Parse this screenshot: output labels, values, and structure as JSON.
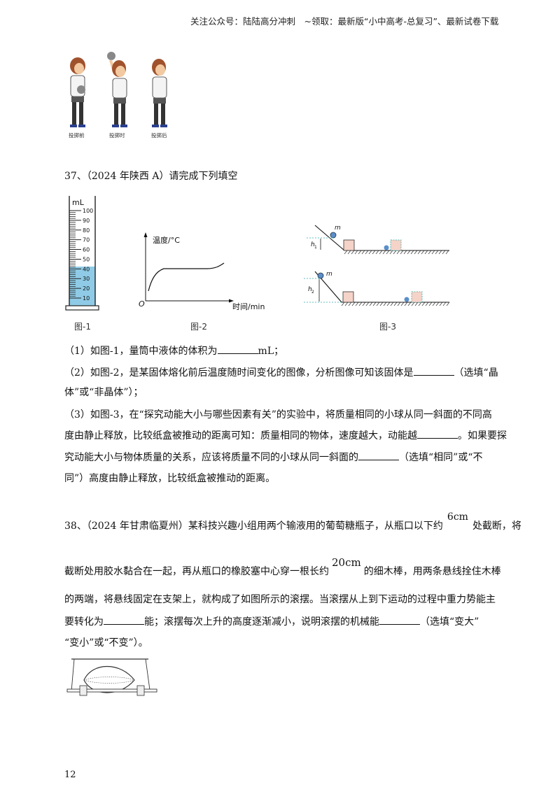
{
  "header": {
    "text": "关注公众号：陆陆高分冲刺　~领取：最新版“小中高考-总复习”、最新试卷下载"
  },
  "top_figure": {
    "captions": [
      "投掷前",
      "投掷时",
      "投掷后"
    ]
  },
  "q37": {
    "title": "37、（2024 年陕西 A）请完成下列填空",
    "fig1": {
      "unit": "mL",
      "ticks": [
        "100",
        "90",
        "80",
        "70",
        "60",
        "50",
        "40",
        "30",
        "20",
        "10"
      ],
      "liquid_level_ml": 40,
      "caption": "图-1"
    },
    "fig2": {
      "ylabel": "温度/°C",
      "xlabel": "时间/min",
      "origin": "O",
      "caption": "图-2"
    },
    "fig3": {
      "mass_label": "m",
      "h1": "h",
      "h1_sub": "1",
      "h2": "h",
      "h2_sub": "2",
      "caption": "图-3"
    },
    "lines": {
      "l1a": "（1）如图-1，量筒中液体的体积为",
      "l1b": "mL；",
      "l2a": "（2）如图-2，是某固体熔化前后温度随时间变化的图像，分析图像可知该固体是",
      "l2b": "（选填“晶",
      "l3": "体”或“非晶体”）；",
      "l4": "（3）如图-3，在“探究动能大小与哪些因素有关”的实验中，将质量相同的小球从同一斜面的不同高",
      "l5a": "度由静止释放，比较纸盒被推动的距离可知：质量相同的物体，速度越大，动能越",
      "l5b": "。如果要探",
      "l6a": "究动能大小与物体质量的关系，应该将质量不同的小球从同一斜面的",
      "l6b": "（选填“相同”或“不",
      "l7": "同”）高度由静止释放，比较纸盒被推动的距离。"
    }
  },
  "q38": {
    "l1a": "38、（2024 年甘肃临夏州）某科技兴趣小组用两个输液用的葡萄糖瓶子，从瓶口以下约",
    "unit1": "6cm",
    "l1b": "处截断，将",
    "l2a": "截断处用胶水黏合在一起，再从瓶口的橡胶塞中心穿一根长约",
    "unit2": "20cm",
    "l2b": "的细木棒，用两条悬线拴住木棒",
    "l3": "的两端，将悬线固定在支架上，就构成了如图所示的滚摆。当滚摆从上到下运动的过程中重力势能主",
    "l4a": "要转化为",
    "l4b": "能；滚摆每次上升的高度逐渐减小，说明滚摆的机械能",
    "l4c": "（选填“变大”",
    "l5": "“变小”或“不变”）。"
  },
  "footer": {
    "page_number": "12"
  }
}
